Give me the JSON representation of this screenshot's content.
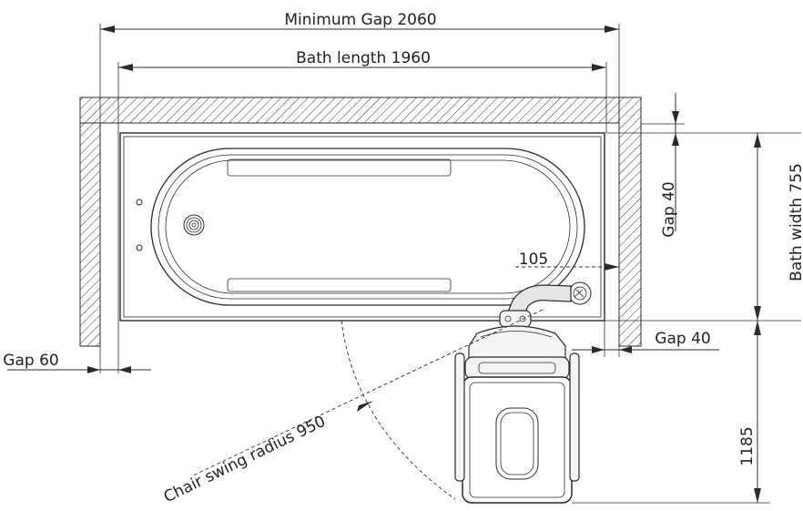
{
  "labels": {
    "minimum_gap": "Minimum Gap 2060",
    "bath_length": "Bath length 1960",
    "gap_top_right": "Gap 40",
    "bath_width": "Bath width 755",
    "dim_105": "105",
    "gap_bottom_right": "Gap 40",
    "gap_left": "Gap 60",
    "chair_swing": "Chair swing radius 950",
    "dim_1185": "1185"
  },
  "colors": {
    "line": "#2a2a2a",
    "text": "#222222",
    "background": "#ffffff"
  }
}
